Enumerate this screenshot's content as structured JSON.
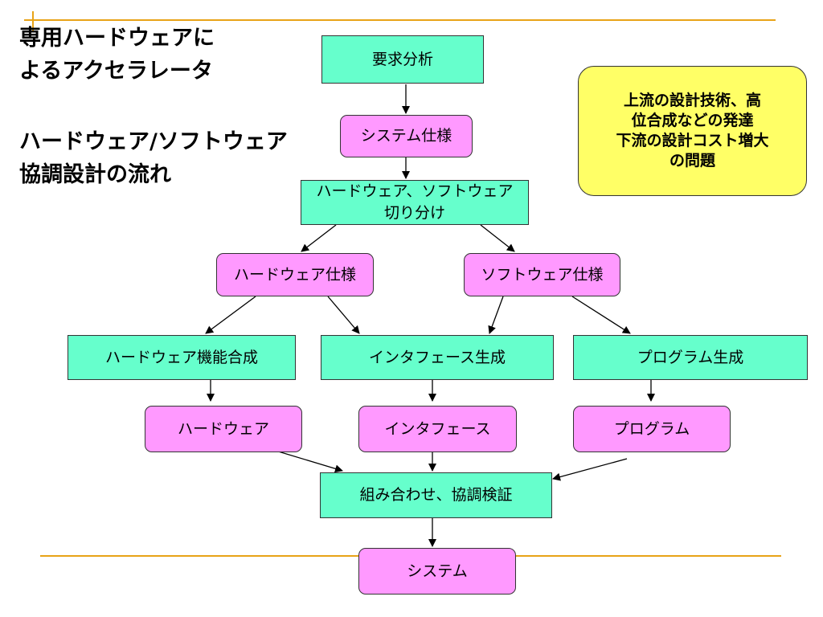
{
  "slide": {
    "title": {
      "line1": "専用ハードウェアに",
      "line2": "よるアクセラレータ",
      "line3": "ハードウェア/ソフトウェア",
      "line4": "協調設計の流れ"
    },
    "note": {
      "line1": "上流の設計技術、高",
      "line2": "位合成などの発達",
      "line3": "下流の設計コスト増大",
      "line4": "の問題"
    },
    "accent_color": "#e8a317"
  },
  "flow": {
    "requirements": "要求分析",
    "system_spec": "システム仕様",
    "partition": {
      "line1": "ハードウェア、ソフトウェア",
      "line2": "切り分け"
    },
    "hw_spec": "ハードウェア仕様",
    "sw_spec": "ソフトウェア仕様",
    "hw_synthesis": "ハードウェア機能合成",
    "if_generation": "インタフェース生成",
    "prog_generation": "プログラム生成",
    "hardware": "ハードウェア",
    "interface": "インタフェース",
    "program": "プログラム",
    "cosim": "組み合わせ、協調検証",
    "system": "システム",
    "colors": {
      "process_box": "#66ffcc",
      "artifact_box": "#ff99ff",
      "note_box": "#ffff66"
    }
  }
}
